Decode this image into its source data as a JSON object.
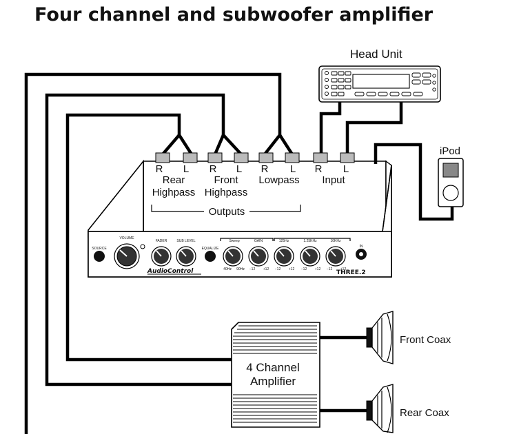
{
  "title": "Four channel and subwoofer amplifier",
  "head_unit": {
    "label": "Head Unit"
  },
  "ipod": {
    "label": "iPod"
  },
  "processor": {
    "channel_letters": [
      "R",
      "L",
      "R",
      "L",
      "R",
      "L",
      "R",
      "L"
    ],
    "groups": {
      "rear_highpass": [
        "Rear",
        "Highpass"
      ],
      "front_highpass": [
        "Front",
        "Highpass"
      ],
      "lowpass": "Lowpass",
      "input": "Input"
    },
    "outputs_label": "Outputs",
    "brand": "AudioControl",
    "model": "THREE.2",
    "panel_labels": {
      "source": "SOURCE",
      "volume": "VOLUME",
      "fader": "FADER",
      "sub_level": "SUB LEVEL",
      "equalize": "EQUALIZE",
      "sweep": "Sweep",
      "gain": "GAIN",
      "eq_125hz": "125Hz",
      "eq_125khz": "1.25KHz",
      "eq_10khz": "10KHz",
      "in": "IN"
    },
    "scale_marks": [
      "40Hz",
      "90Hz",
      "−12",
      "+12",
      "−12",
      "+12",
      "−12",
      "+12",
      "−12",
      "+12"
    ]
  },
  "amplifier": {
    "line1": "4 Channel",
    "line2": "Amplifier"
  },
  "speakers": {
    "front": "Front Coax",
    "rear": "Rear Coax"
  }
}
